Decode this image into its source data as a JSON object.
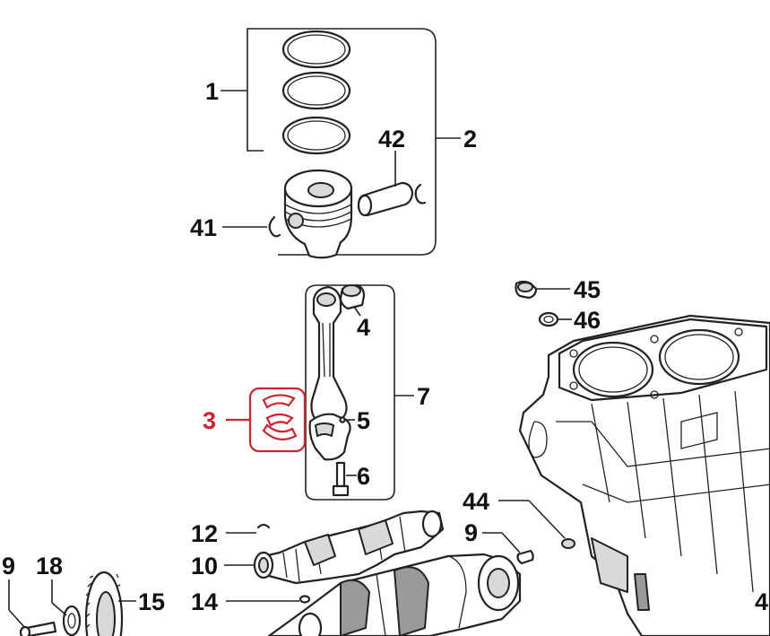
{
  "callouts": {
    "c1": "1",
    "c2": "2",
    "c3": "3",
    "c4": "4",
    "c5": "5",
    "c6": "6",
    "c7": "7",
    "c9a": "9",
    "c9b": "9",
    "c10": "10",
    "c12": "12",
    "c14": "14",
    "c15": "15",
    "c18": "18",
    "c41": "41",
    "c42": "42",
    "c44": "44",
    "c45": "45",
    "c46": "46",
    "c4r": "4"
  },
  "highlight_color": "#d4202a",
  "highlighted_callout": "3"
}
